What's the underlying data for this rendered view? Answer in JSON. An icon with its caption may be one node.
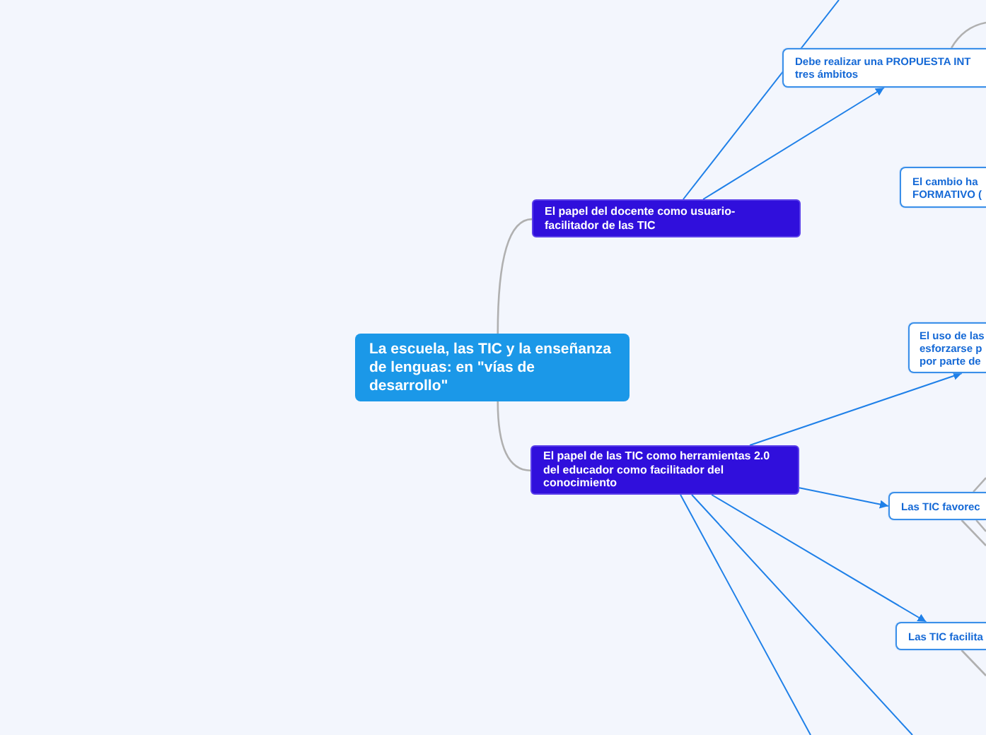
{
  "diagram": {
    "nodes": [
      {
        "text": [
          "La escuela, las TIC y la enseñanza de lenguas: en \"vías de desarrollo\""
        ]
      },
      {
        "text": [
          "El papel del docente como usuario-facilitador de las TIC"
        ]
      },
      {
        "text": [
          "El papel de las TIC como herramientas 2.0 del educador como facilitador del conocimiento"
        ]
      },
      {
        "text": [
          "Debe realizar una PROPUESTA INT tres ámbitos"
        ]
      },
      {
        "text": [
          "El cambio ha FORMATIVO ("
        ]
      },
      {
        "text": [
          "El uso de las esforzarse p por parte de"
        ]
      },
      {
        "text": [
          "Las TIC favorec"
        ]
      },
      {
        "text": [
          "Las TIC facilita"
        ]
      }
    ],
    "edges": [
      {
        "from": 0,
        "to": 1,
        "arrow": "none",
        "color": "#b0b0b0"
      },
      {
        "from": 0,
        "to": 2,
        "arrow": "none",
        "color": "#b0b0b0"
      },
      {
        "from": 1,
        "to": null,
        "arrow": "none",
        "color": "#1f80e8"
      },
      {
        "from": 1,
        "to": 3,
        "arrow": "to",
        "color": "#1f80e8"
      },
      {
        "from": 2,
        "to": 5,
        "arrow": "to",
        "color": "#1f80e8"
      },
      {
        "from": 2,
        "to": 6,
        "arrow": "to",
        "color": "#1f80e8"
      },
      {
        "from": 2,
        "to": 7,
        "arrow": "to",
        "color": "#1f80e8"
      },
      {
        "from": 2,
        "to": null,
        "arrow": "none",
        "color": "#1f80e8"
      },
      {
        "from": 2,
        "to": null,
        "arrow": "none",
        "color": "#1f80e8"
      },
      {
        "from": 3,
        "to": null,
        "arrow": "none",
        "color": "#b0b0b0"
      },
      {
        "from": 6,
        "to": null,
        "arrow": "none",
        "color": "#b0b0b0"
      },
      {
        "from": 6,
        "to": null,
        "arrow": "none",
        "color": "#b0b0b0"
      },
      {
        "from": 6,
        "to": null,
        "arrow": "none",
        "color": "#b0b0b0"
      },
      {
        "from": 7,
        "to": null,
        "arrow": "none",
        "color": "#b0b0b0"
      }
    ]
  }
}
